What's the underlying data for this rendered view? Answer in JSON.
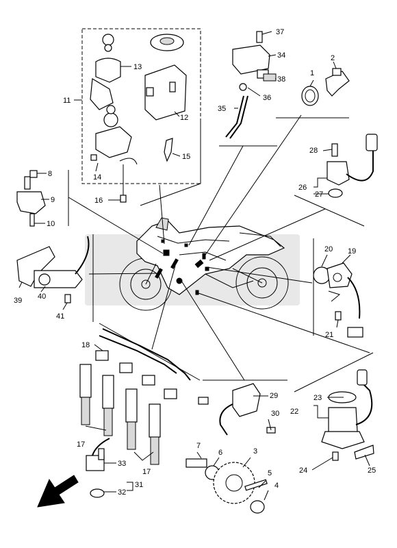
{
  "labels": {
    "n1": "1",
    "n2": "2",
    "n3": "3",
    "n4": "4",
    "n5": "5",
    "n6": "6",
    "n7": "7",
    "n8": "8",
    "n9": "9",
    "n10": "10",
    "n11": "11",
    "n12": "12",
    "n13": "13",
    "n14": "14",
    "n15": "15",
    "n16": "16",
    "n17a": "17",
    "n17b": "17",
    "n18": "18",
    "n19": "19",
    "n20": "20",
    "n21": "21",
    "n22": "22",
    "n23": "23",
    "n24": "24",
    "n25": "25",
    "n26": "26",
    "n27": "27",
    "n28": "28",
    "n29": "29",
    "n30": "30",
    "n31": "31",
    "n32": "32",
    "n33": "33",
    "n34": "34",
    "n35": "35",
    "n36": "36",
    "n37": "37",
    "n38": "38",
    "n39": "39",
    "n40": "40",
    "n41": "41"
  },
  "icons": {
    "direction": "front-direction-arrow-icon"
  }
}
